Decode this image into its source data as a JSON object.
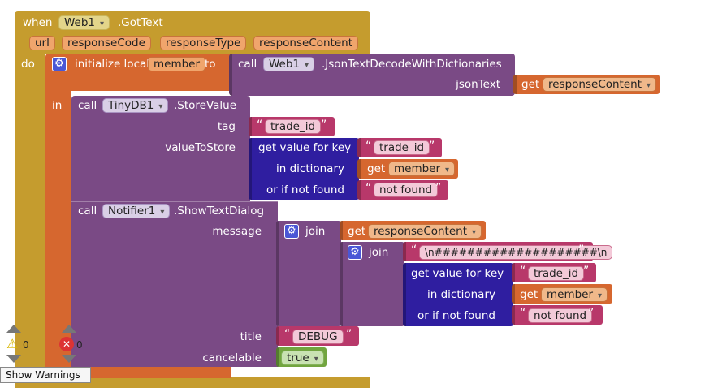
{
  "event": {
    "when": "when",
    "component": "Web1",
    "name": ".GotText",
    "params": [
      "url",
      "responseCode",
      "responseType",
      "responseContent"
    ],
    "do": "do"
  },
  "init_local": {
    "label": "initialize local",
    "var": "member",
    "to": "to",
    "in": "in"
  },
  "json_decode": {
    "call": "call",
    "component": "Web1",
    "method": ".JsonTextDecodeWithDictionaries",
    "arg_label": "jsonText",
    "get": "get",
    "get_var": "responseContent"
  },
  "store_value": {
    "call": "call",
    "component": "TinyDB1",
    "method": ".StoreValue",
    "tag_label": "tag",
    "tag_value": "trade_id",
    "value_label": "valueToStore",
    "dict_lookup": {
      "label": "get value for key",
      "key": "trade_id",
      "in_dict_label": "in dictionary",
      "get": "get",
      "dict_var": "member",
      "not_found_label": "or if not found",
      "not_found": "not found"
    }
  },
  "show_text_dialog": {
    "call": "call",
    "component": "Notifier1",
    "method": ".ShowTextDialog",
    "message_label": "message",
    "join_label": "join",
    "get": "get",
    "get_var": "responseContent",
    "inner_join_label": "join",
    "separator": "\\n####################\\n",
    "dict_lookup": {
      "label": "get value for key",
      "key": "trade_id",
      "in_dict_label": "in dictionary",
      "get": "get",
      "dict_var": "member",
      "not_found_label": "or if not found",
      "not_found": "not found"
    },
    "title_label": "title",
    "title_value": "DEBUG",
    "cancelable_label": "cancelable",
    "cancelable_value": "true"
  },
  "status": {
    "warnings_count": "0",
    "errors_count": "0",
    "show_warnings": "Show Warnings"
  },
  "colors": {
    "event": "#c59c2e",
    "variable": "#d6672f",
    "component": "#7a4a85",
    "dictionary": "#2f1ea0",
    "text": "#b8386a",
    "logic": "#72a53f",
    "mutator": "#4a57d6"
  }
}
